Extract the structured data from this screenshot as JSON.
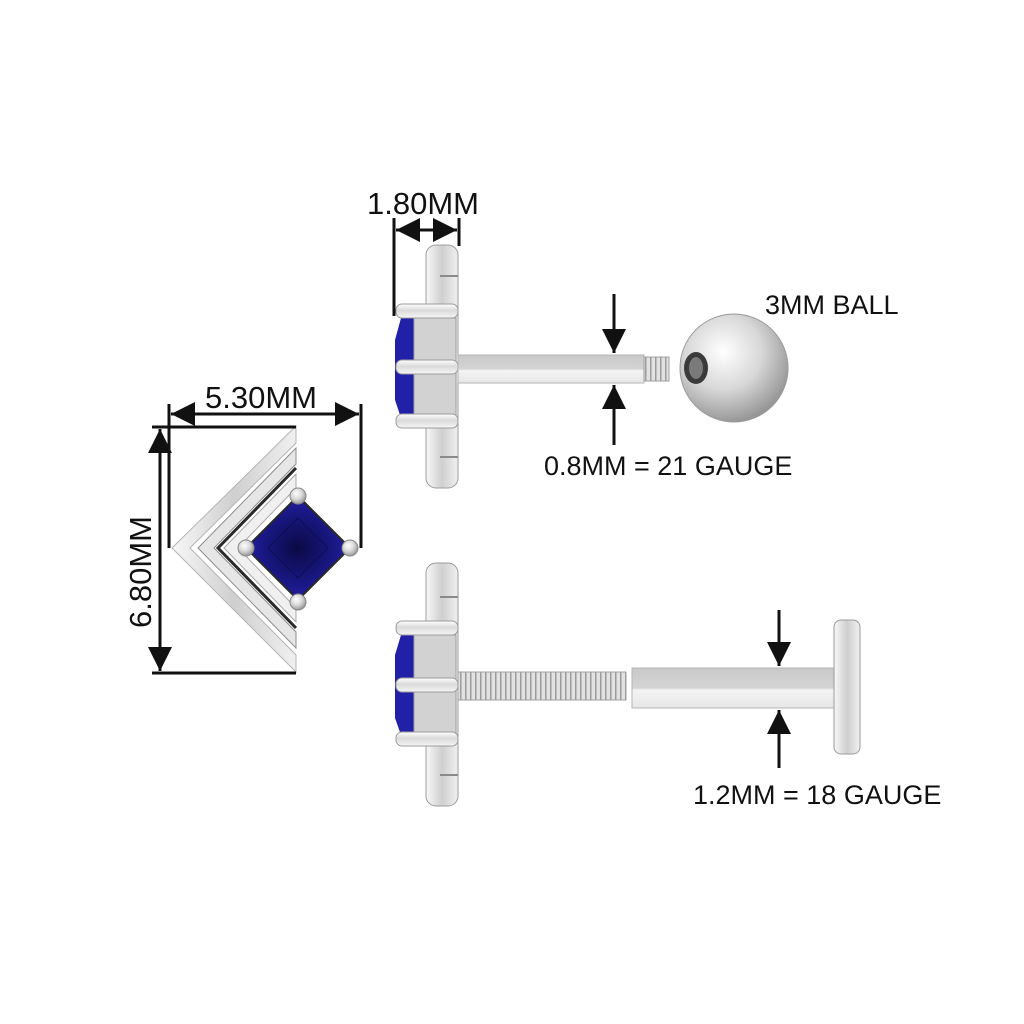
{
  "diagram": {
    "subject": "Chevron stud piercing with princess-cut blue sapphire",
    "colors": {
      "metal_light": "#f4f4f4",
      "metal_mid": "#d6d6d6",
      "metal_dark": "#9a9a9a",
      "gem": "#1c1a8c",
      "gem_dark": "#0b0a52",
      "line": "#111111"
    },
    "front_view": {
      "width_label": "5.30MM",
      "height_label": "6.80MM"
    },
    "side_view_top": {
      "depth_label": "1.80MM",
      "ball_label": "3MM BALL",
      "gauge_label": "0.8MM = 21 GAUGE"
    },
    "side_view_bottom": {
      "gauge_label": "1.2MM = 18 GAUGE"
    }
  }
}
